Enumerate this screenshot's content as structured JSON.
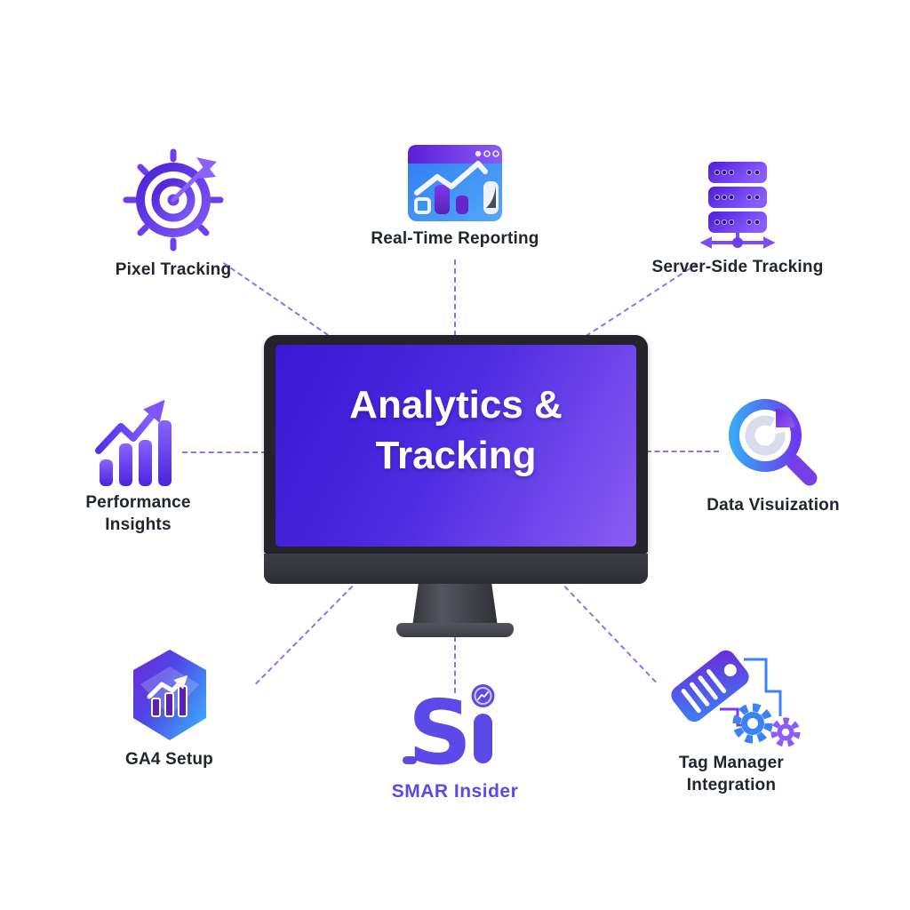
{
  "screen": {
    "title_line1": "Analytics &",
    "title_line2": "Tracking"
  },
  "brand": {
    "logo_text": "Si",
    "name": "SMAR Insider"
  },
  "features": {
    "pixel_tracking": {
      "label": "Pixel Tracking"
    },
    "real_time_reporting": {
      "label": "Real-Time Reporting"
    },
    "server_side_tracking": {
      "label": "Server-Side Tracking"
    },
    "performance_insights": {
      "label_line1": "Performance",
      "label_line2": "Insights"
    },
    "data_visualization": {
      "label": "Data Visuization"
    },
    "ga4_setup": {
      "label": "GA4 Setup"
    },
    "tag_manager_integration": {
      "label_line1": "Tag Manager",
      "label_line2": "Integration"
    }
  },
  "colors": {
    "accent_purple": "#5b3df0",
    "brand_purple": "#5b49e8",
    "icon_blue": "#3b82f6",
    "screen_gradient_start": "#3a17d3",
    "screen_gradient_end": "#8a5cf2",
    "connector": "#7b68ee",
    "label_text": "#20252f",
    "monitor_body": "#232329"
  }
}
